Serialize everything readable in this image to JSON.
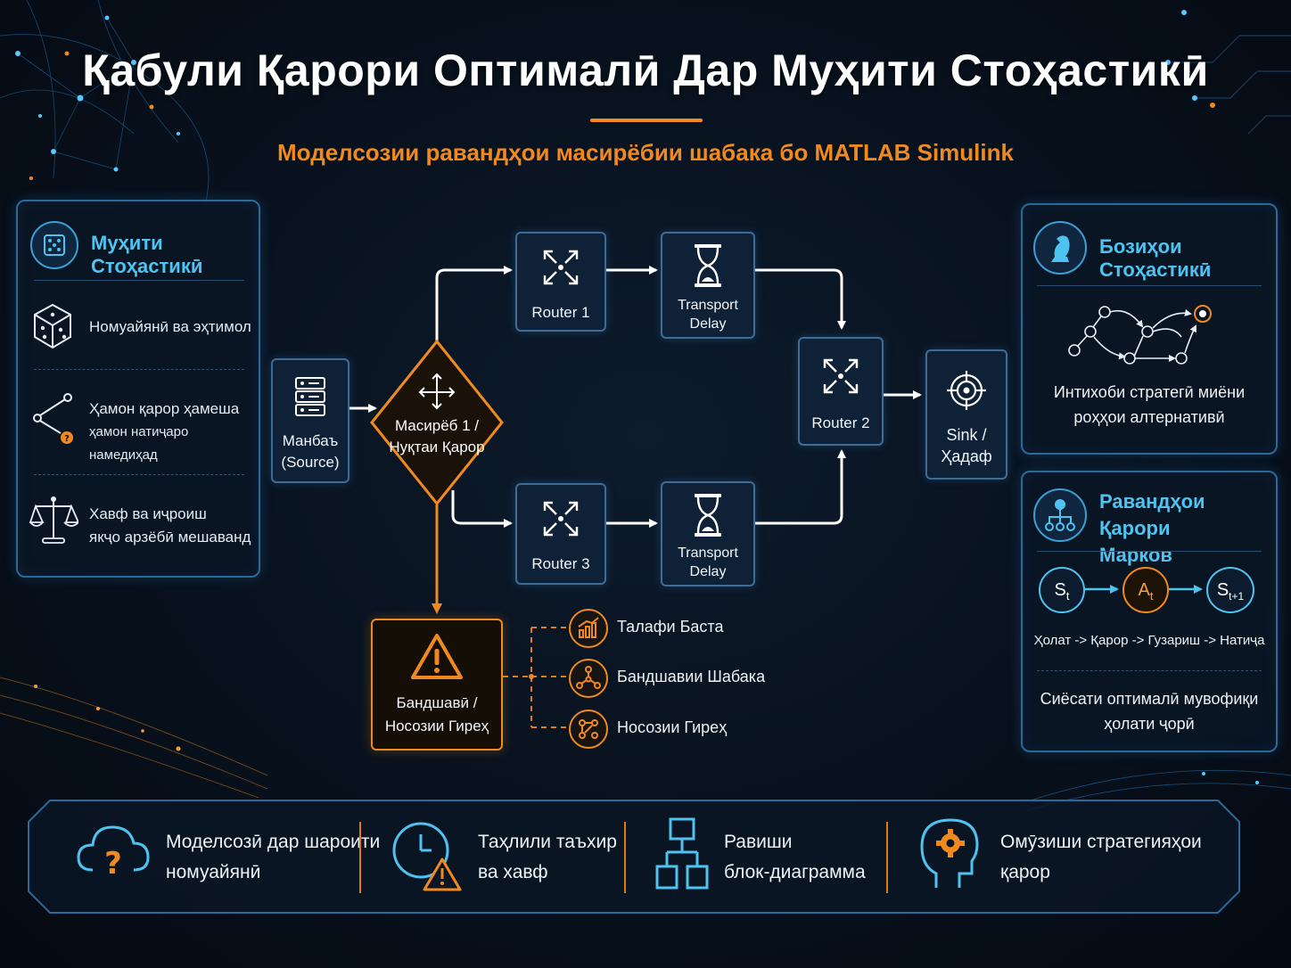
{
  "header": {
    "title": "Қабули Қарори Оптималӣ Дар Муҳити Стоҳастикӣ",
    "subtitle": "Моделсозии равандҳои масирёбии шабака бо MATLAB Simulink"
  },
  "left_panel": {
    "title": "Муҳити Стоҳастикӣ",
    "items": [
      {
        "icon": "dice-icon",
        "text": "Номуайянӣ ва эҳтимол"
      },
      {
        "icon": "branch-question-icon",
        "line1": "Ҳамон қарор ҳамеша",
        "line2": "ҳамон натиҷаро намедиҳад"
      },
      {
        "icon": "scales-icon",
        "line1": "Хавф ва иҷроиш",
        "line2": "якҷо арзёбӣ мешаванд"
      }
    ]
  },
  "diagram": {
    "source": {
      "line1": "Манбаъ",
      "line2": "(Source)"
    },
    "decision": {
      "line1": "Масирёб 1 /",
      "line2": "Нуқтаи Қарор"
    },
    "router1": "Router 1",
    "router3": "Router 3",
    "router2": "Router 2",
    "delay_top": {
      "line1": "Transport",
      "line2": "Delay"
    },
    "delay_bottom": {
      "line1": "Transport",
      "line2": "Delay"
    },
    "sink": {
      "line1": "Sink /",
      "line2": "Ҳадаф"
    },
    "failure": {
      "line1": "Бандшавӣ /",
      "line2": "Носозии Гиреҳ"
    },
    "failure_items": [
      "Талафи Баста",
      "Бандшавии Шабака",
      "Носозии Гиреҳ"
    ]
  },
  "right_top_panel": {
    "title": "Бозиҳои Стоҳастикӣ",
    "line1": "Интихоби стратегӣ миёни",
    "line2": "роҳҳои алтернативӣ"
  },
  "right_bottom_panel": {
    "title_line1": "Равандҳои Қарори",
    "title_line2": "Марков",
    "states": {
      "s1_main": "S",
      "s1_sub": "t",
      "a_main": "A",
      "a_sub": "t",
      "s2_main": "S",
      "s2_sub": "t+1"
    },
    "sequence": "Ҳолат -> Қарор -> Гузариш -> Натиҷа",
    "policy_line1": "Сиёсати оптималӣ мувофиқи",
    "policy_line2": "ҳолати ҷорӣ"
  },
  "footer": {
    "items": [
      {
        "icon": "cloud-question-icon",
        "line1": "Моделсозӣ дар шароити",
        "line2": "номуайянӣ"
      },
      {
        "icon": "clock-warning-icon",
        "line1": "Таҳлили таъхир",
        "line2": "ва хавф"
      },
      {
        "icon": "block-diagram-icon",
        "line1": "Равиши",
        "line2": "блок-диаграмма"
      },
      {
        "icon": "head-gear-icon",
        "line1": "Омӯзиши стратегияҳои",
        "line2": "қарор"
      }
    ]
  },
  "colors": {
    "accent_orange": "#f08a1e",
    "accent_blue": "#4fc3ef",
    "panel_border": "#2a6a9a",
    "background": "#08111d"
  }
}
